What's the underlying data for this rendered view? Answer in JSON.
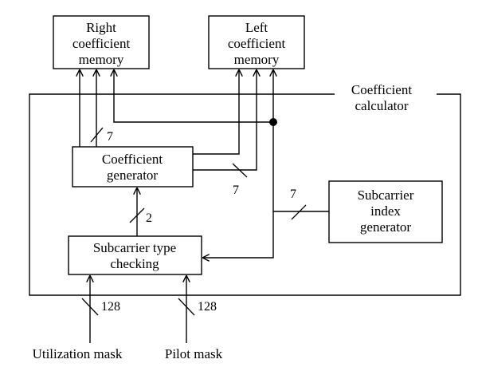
{
  "blocks": {
    "right_memory": {
      "line1": "Right",
      "line2": "coefficient",
      "line3": "memory"
    },
    "left_memory": {
      "line1": "Left",
      "line2": "coefficient",
      "line3": "memory"
    },
    "coef_generator": {
      "line1": "Coefficient",
      "line2": "generator"
    },
    "subcarrier_index": {
      "line1": "Subcarrier",
      "line2": "index",
      "line3": "generator"
    },
    "subcarrier_type": {
      "line1": "Subcarrier type",
      "line2": "checking"
    }
  },
  "frame_label": {
    "line1": "Coefficient",
    "line2": "calculator"
  },
  "bus_widths": {
    "right_memory_bus": "7",
    "left_memory_bus": "7",
    "type_to_generator": "2",
    "index_bus": "7",
    "utilization_bus": "128",
    "pilot_bus": "128"
  },
  "inputs": {
    "utilization": "Utilization mask",
    "pilot": "Pilot mask"
  }
}
